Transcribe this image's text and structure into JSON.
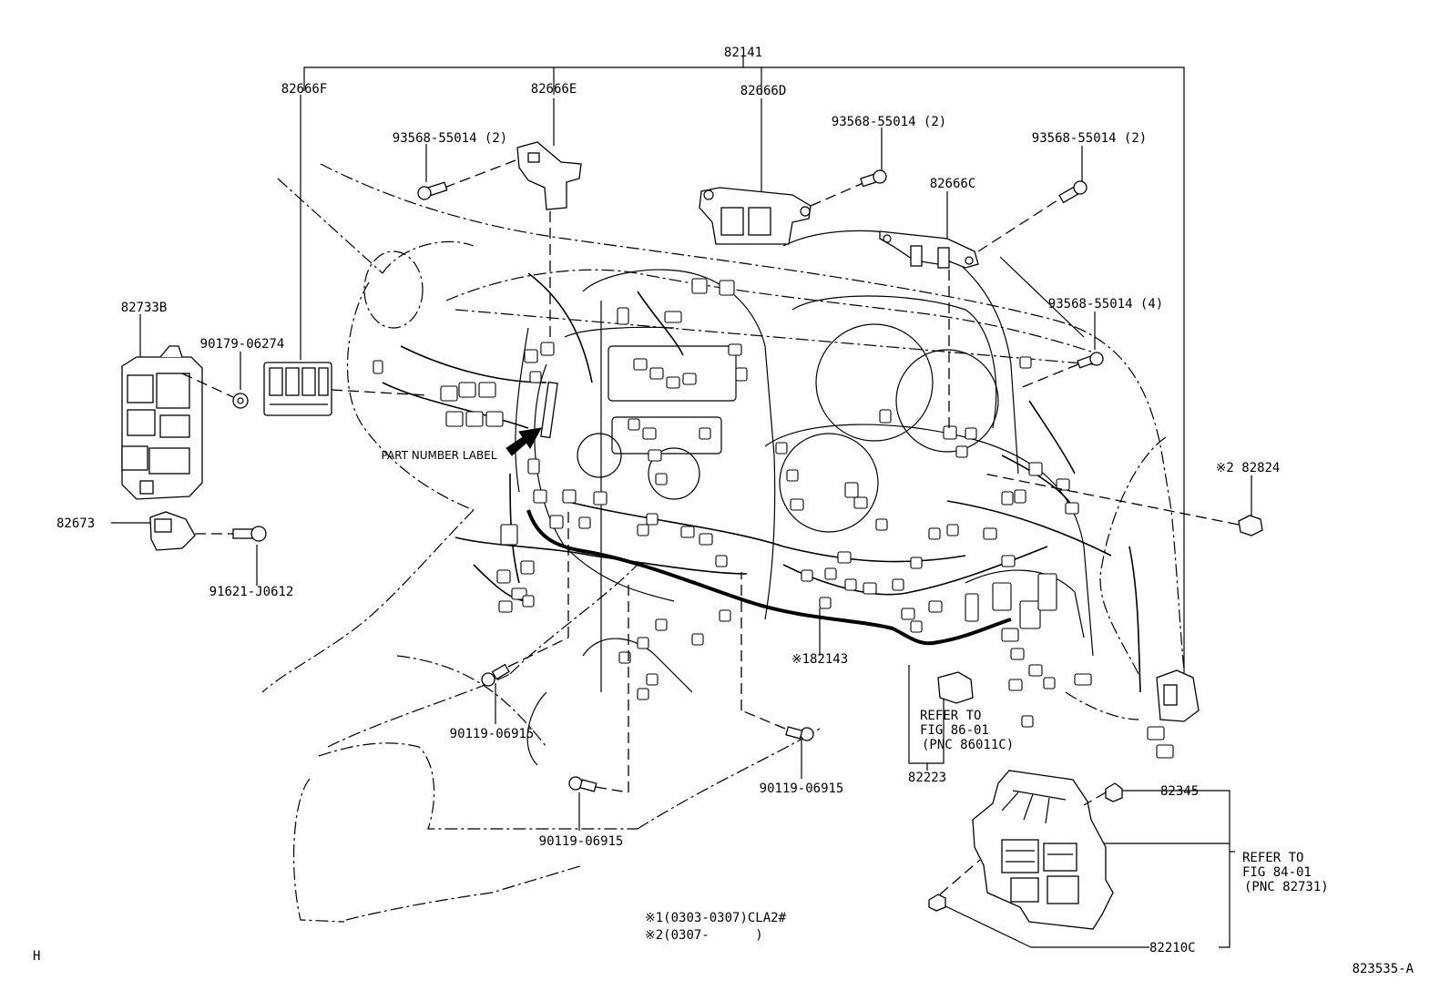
{
  "diagram": {
    "labels": {
      "p82141": "82141",
      "p82666F": "82666F",
      "p82666E": "82666E",
      "p82666D": "82666D",
      "p82666C": "82666C",
      "bolt_left": "93568-55014 (2)",
      "bolt_mid": "93568-55014 (2)",
      "bolt_right": "93568-55014 (2)",
      "bolt_four": "93568-55014 (4)",
      "p82733B": "82733B",
      "p90179": "90179-06274",
      "p82673": "82673",
      "p91621": "91621-J0612",
      "part_number_label": "PART NUMBER LABEL",
      "p82824": "※2 82824",
      "p82143": "※182143",
      "p90119_a": "90119-06915",
      "p90119_b": "90119-06915",
      "p90119_c": "90119-06915",
      "refer86_1": "REFER TO",
      "refer86_2": "FIG 86-01",
      "refer86_3": "(PNC 86011C)",
      "p82223": "82223",
      "p82345": "82345",
      "refer84_1": "REFER TO",
      "refer84_2": "FIG 84-01",
      "refer84_3": "(PNC 82731)",
      "p82210C": "82210C",
      "note1": "※1(0303-0307)CLA2#",
      "note2": "※2(0307-      )",
      "corner_h": "H",
      "figure_id": "823535-A"
    }
  }
}
